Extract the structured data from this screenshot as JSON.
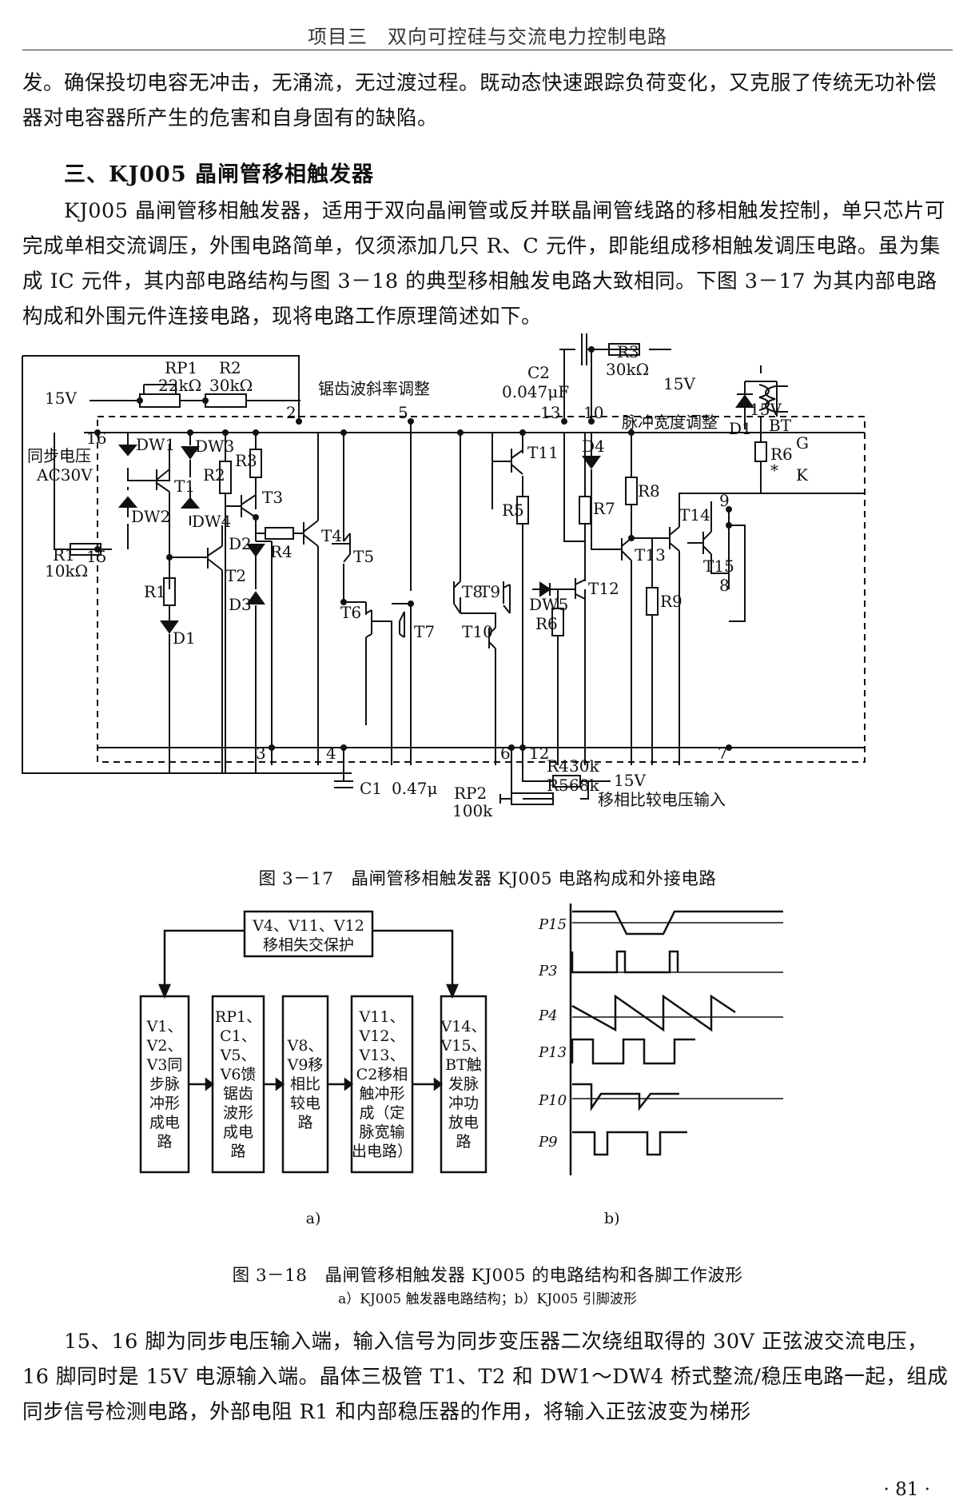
{
  "header": {
    "running_title": "项目三　双向可控硅与交流电力控制电路"
  },
  "body": {
    "para1": "发。确保投切电容无冲击，无涌流，无过渡过程。既动态快速跟踪负荷变化，又克服了传统无功补偿器对电容器所产生的危害和自身固有的缺陷。",
    "section_heading": "三、KJ005 晶闸管移相触发器",
    "para2": "KJ005 晶闸管移相触发器，适用于双向晶闸管或反并联晶闸管线路的移相触发控制，单只芯片可完成单相交流调压，外围电路简单，仅须添加几只 R、C 元件，即能组成移相触发调压电路。虽为集成 IC 元件，其内部电路结构与图 3－18 的典型移相触发电路大致相同。下图 3－17 为其内部电路构成和外围元件连接电路，现将电路工作原理简述如下。",
    "para3": "15、16 脚为同步电压输入端，输入信号为同步变压器二次绕组取得的 30V 正弦波交流电压，16 脚同时是 15V 电源输入端。晶体三极管 T1、T2 和 DW1～DW4 桥式整流/稳压电路一起，组成同步信号检测电路，外部电阻 R1 和内部稳压器的作用，将输入正弦波变为梯形"
  },
  "fig317": {
    "caption": "图 3－17　晶闸管移相触发器 KJ005 电路构成和外接电路",
    "labels": {
      "v15_left": "15V",
      "rp1": "RP1",
      "rp1_val": "22kΩ",
      "r2": "R2",
      "r2_val": "30kΩ",
      "sawtooth_adj": "锯齿波斜率调整",
      "c2": "C2",
      "c2_val": "0.047μF",
      "r3": "R3",
      "r3_val": "30kΩ",
      "v15_r3": "15V",
      "pulse_width_adj": "脉冲宽度调整",
      "v15_right": "15V",
      "bt": "BT",
      "g": "G",
      "k": "K",
      "sync_voltage": "同步电压",
      "ac30v": "AC30V",
      "r1_ext": "R1",
      "r1_ext_val": "10kΩ",
      "dw1": "DW1",
      "dw2": "DW2",
      "dw3": "DW3",
      "dw4": "DW4",
      "t1": "T1",
      "t2": "T2",
      "t3": "T3",
      "t4": "T4",
      "t5": "T5",
      "t6": "T6",
      "t7": "T7",
      "t8": "T8",
      "t9": "T9",
      "t10": "T10",
      "t11": "T11",
      "t12": "T12",
      "t13": "T13",
      "t14": "T14",
      "t15": "T15",
      "r_int1": "R1",
      "r_int2": "R2",
      "r_int3": "R3",
      "r_int4": "R4",
      "r_int5": "R5",
      "r_int6": "R6",
      "r_int7": "R7",
      "r_int8": "R8",
      "r_int9": "R9",
      "r_ext6": "R6",
      "d1_int": "D1",
      "d2": "D2",
      "d3": "D3",
      "d4": "D4",
      "dw5": "DW5",
      "d1_ext": "D1",
      "pin16": "16",
      "pin15": "15",
      "pin2": "2",
      "pin5": "5",
      "pin13": "13",
      "pin10": "10",
      "pin9": "9",
      "pin8": "8",
      "pin7": "7",
      "pin3": "3",
      "pin4": "4",
      "pin6": "6",
      "pin12": "12",
      "c1": "C1",
      "c1_val": "0.47μ",
      "r4_ext": "R4",
      "r4_ext_val": "30k",
      "v15_bottom": "15V",
      "rp2": "RP2",
      "rp2_val": "100k",
      "r5_ext": "R5",
      "r5_ext_val": "68k",
      "compare_input": "移相比较电压输入",
      "star": "*"
    }
  },
  "fig318": {
    "caption": "图 3－18　晶闸管移相触发器 KJ005 的电路结构和各脚工作波形",
    "subcaption": "a）KJ005 触发器电路结构；b）KJ005 引脚波形",
    "label_a": "a)",
    "label_b": "b)",
    "protect_line1": "V4、V11、V12",
    "protect_line2": "移相失交保护",
    "blocks": [
      [
        "V1、",
        "V2、",
        "V3同",
        "步脉",
        "冲形",
        "成电",
        "路"
      ],
      [
        "RP1、",
        "C1、",
        "V5、",
        "V6馈",
        "锯齿",
        "波形",
        "成电",
        "路"
      ],
      [
        "V8、",
        "V9移",
        "相比",
        "较电",
        "路"
      ],
      [
        "V11、",
        "V12、",
        "V13、",
        "C2移相",
        "触冲形",
        "成（定",
        "脉宽输",
        "出电路）"
      ],
      [
        "V14、",
        "V15、",
        "BT触",
        "发脉",
        "冲功",
        "放电",
        "路"
      ]
    ],
    "waveform_labels": [
      "P15",
      "P3",
      "P4",
      "P13",
      "P10",
      "P9"
    ]
  },
  "footer": {
    "page_number": "· 81 ·"
  }
}
